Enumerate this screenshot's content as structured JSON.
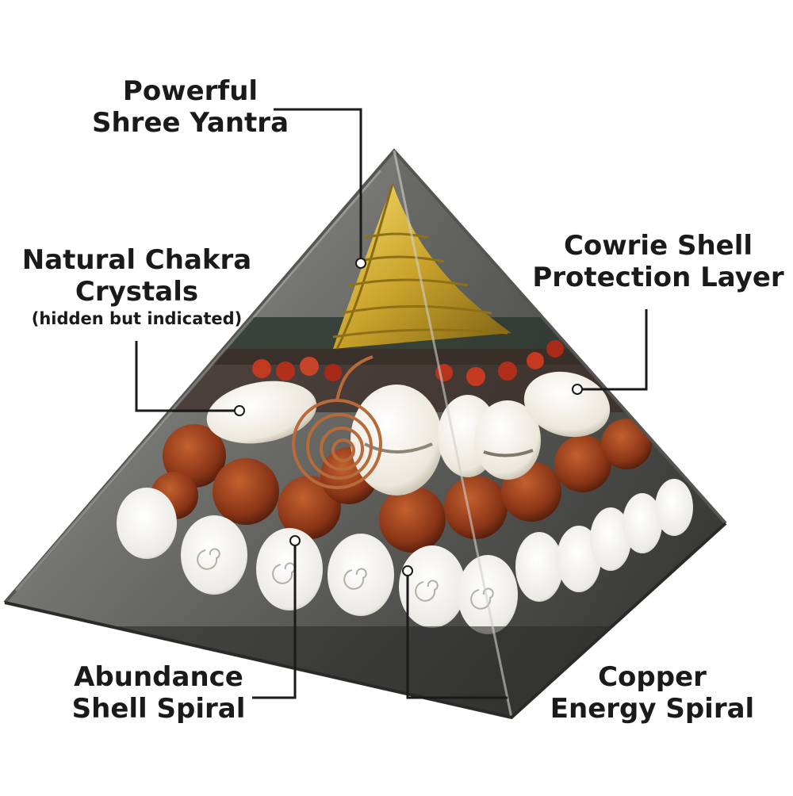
{
  "labels": {
    "shree_yantra": {
      "line1": "Powerful",
      "line2": "Shree Yantra"
    },
    "chakra_crystals": {
      "line1": "Natural Chakra",
      "line2": "Crystals",
      "note": "(hidden but indicated)"
    },
    "cowrie_shell": {
      "line1": "Cowrie Shell",
      "line2": "Protection Layer"
    },
    "abundance_shell": {
      "line1": "Abundance",
      "line2": "Shell Spiral"
    },
    "copper_spiral": {
      "line1": "Copper",
      "line2": "Energy Spiral"
    }
  }
}
